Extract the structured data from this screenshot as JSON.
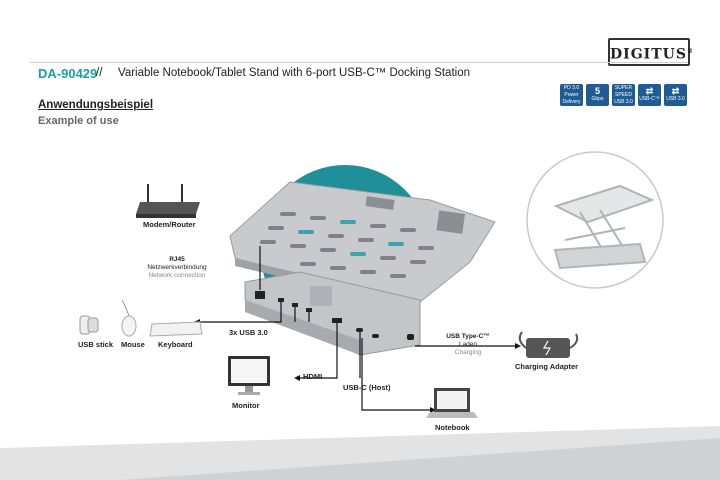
{
  "header": {
    "model": "DA-90429",
    "separator": "//",
    "title": "Variable Notebook/Tablet Stand with 6-port USB-C™ Docking Station",
    "brand": "DIGITUS"
  },
  "section": {
    "heading_de": "Anwendungsbeispiel",
    "heading_en": "Example of use"
  },
  "badges": [
    {
      "top": "PD 3.0",
      "bottom": "Power Delivery"
    },
    {
      "top": "5",
      "bottom": "Gbps"
    },
    {
      "top": "SUPER SPEED",
      "bottom": "USB 3.0"
    },
    {
      "top": "⇄",
      "bottom": "USB-C™"
    },
    {
      "top": "⇄",
      "bottom": "USB 3.0"
    }
  ],
  "devices": {
    "router": "Modem/Router",
    "usb_stick": "USB stick",
    "mouse": "Mouse",
    "keyboard": "Keyboard",
    "monitor": "Monitor",
    "notebook": "Notebook",
    "charger": "Charging Adapter"
  },
  "connections": {
    "rj45_title": "RJ45",
    "rj45_de": "Netzwerkverbindung",
    "rj45_en": "Network connection",
    "usb3": "3x USB 3.0",
    "hdmi": "HDMI",
    "usbc_host": "USB-C (Host)",
    "usbc_title": "USB Type-C™",
    "usbc_de": "Laden",
    "usbc_en": "Charging"
  },
  "colors": {
    "accent": "#1a9fa8",
    "badge": "#1f5b95",
    "circle": "#1f8f9a",
    "stand": "#b9bcc0"
  }
}
